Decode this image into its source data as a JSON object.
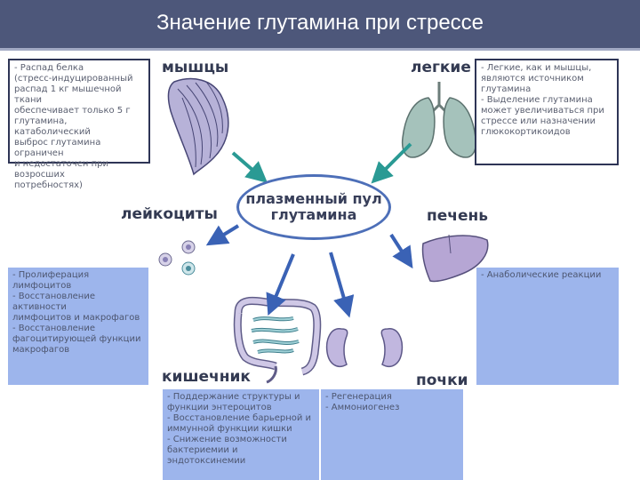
{
  "title": "Значение глутамина при стрессе",
  "center": {
    "line1": "плазменный пул",
    "line2": "глутамина"
  },
  "labels": {
    "muscles": "мышцы",
    "lungs": "легкие",
    "leukocytes": "лейкоциты",
    "liver": "печень",
    "intestine": "кишечник",
    "kidneys": "почки"
  },
  "boxes": {
    "muscles": [
      "- Распад белка",
      "(стресс-индуцированный",
      "распад 1 кг мышечной ткани",
      "обеспечивает только 5 г",
      "глутамина, катаболический",
      "выброс глутамина ограничен",
      "и недостаточен при возросших",
      "потребностях)"
    ],
    "lungs": [
      "- Легкие, как и мышцы,",
      "являются источником",
      "глутамина",
      "- Выделение глутамина",
      "может увеличиваться при",
      "стрессе или назначении",
      "глюкокортикоидов"
    ],
    "leukocytes": [
      "- Пролиферация лимфоцитов",
      "- Восстановление активности",
      "лимфоцитов и макрофагов",
      "- Восстановление",
      "фагоцитирующей функции",
      "макрофагов"
    ],
    "liver": [
      "- Анаболические реакции"
    ],
    "intestine": [
      "- Поддержание структуры и",
      "функции энтероцитов",
      "- Восстановление барьерной и",
      "иммунной функции кишки",
      "- Снижение возможности",
      "бактериемии и",
      "эндотоксинемии"
    ],
    "kidneys": [
      "- Регенерация",
      "- Аммониогенез"
    ]
  },
  "colors": {
    "title_bg": "#4d577a",
    "box_fill": "#9db5ec",
    "arrow_blue": "#3a62b5",
    "arrow_teal": "#2a9a94",
    "pool_border": "#4d6fb8"
  }
}
